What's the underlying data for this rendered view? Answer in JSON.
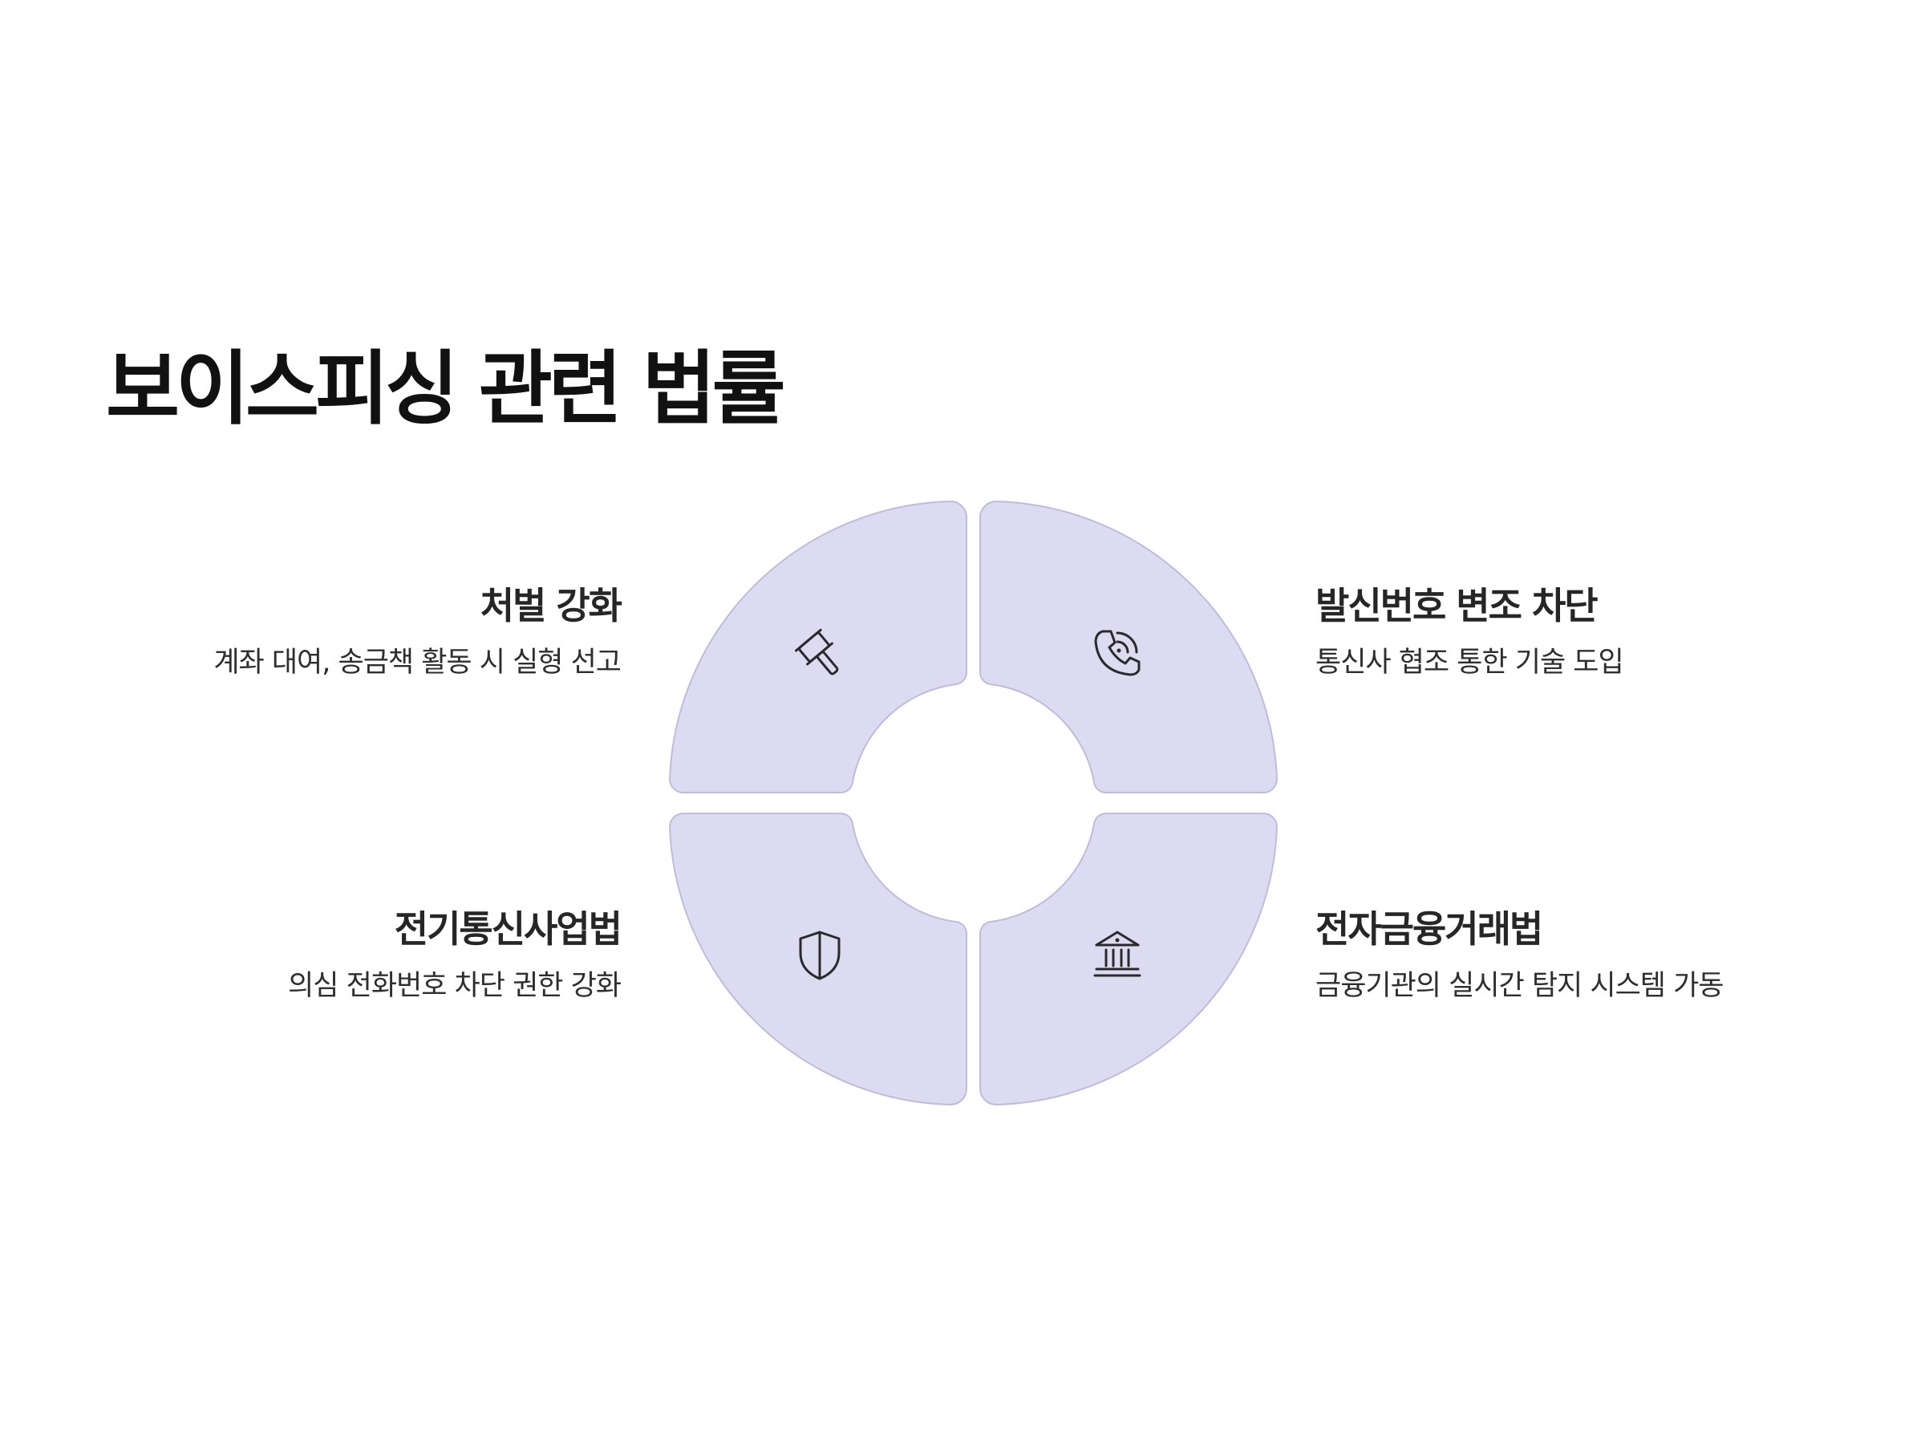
{
  "title": "보이스피싱 관련 법률",
  "colors": {
    "segment_fill": "#dcdbf1",
    "segment_stroke": "#bebcdc",
    "icon_stroke": "#2a2a2a"
  },
  "segments": [
    {
      "id": "top-left",
      "icon": "gavel-icon",
      "heading": "처벌 강화",
      "description": "계좌 대여, 송금책 활동 시 실형 선고"
    },
    {
      "id": "top-right",
      "icon": "phone-icon",
      "heading": "발신번호 변조 차단",
      "description": "통신사 협조 통한 기술 도입"
    },
    {
      "id": "bottom-left",
      "icon": "shield-icon",
      "heading": "전기통신사업법",
      "description": "의심 전화번호 차단 권한 강화"
    },
    {
      "id": "bottom-right",
      "icon": "bank-icon",
      "heading": "전자금융거래법",
      "description": "금융기관의 실시간 탐지 시스템 가동"
    }
  ]
}
